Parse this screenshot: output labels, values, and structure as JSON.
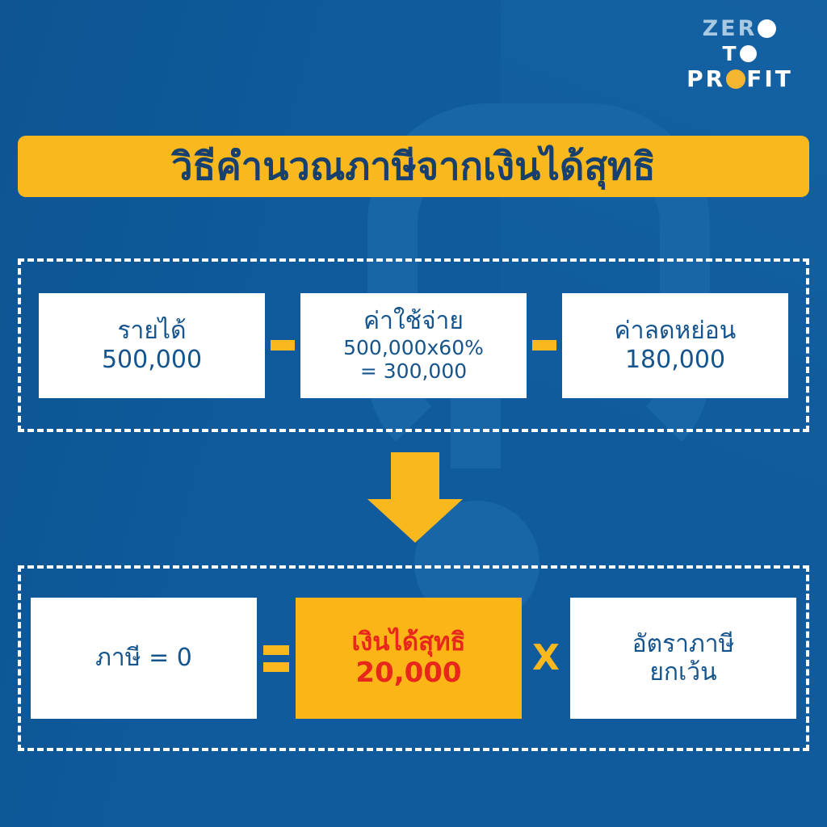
{
  "colors": {
    "background_blue": "#0F5B9E",
    "watermark_blue": "#1866A8",
    "accent_yellow": "#F9B81D",
    "highlight_orange": "#FBB516",
    "text_blue": "#15548D",
    "title_blue": "#17406E",
    "highlight_text_red": "#E8261B",
    "box_white": "#FFFFFF",
    "logo_muted": "#A9C8E2",
    "logo_amber": "#F5B731"
  },
  "logo": {
    "line1_before": "ZER",
    "line1_dot": "logo-dot-white-o",
    "line2_before": "T",
    "line2_dot": "logo-dot-white-o",
    "line3_before": "PR",
    "line3_dot": "logo-dot-amber-o",
    "line3_after": "FIT",
    "full_text": "ZERO TO PROFIT"
  },
  "title": {
    "text": "วิธีคำนวณภาษีจากเงินได้สุทธิ"
  },
  "watermark": {
    "icon": "question-mark-icon"
  },
  "flow": {
    "arrow_icon": "arrow-down-icon"
  },
  "top_group": {
    "cells": [
      {
        "label": "รายได้",
        "value": "500,000",
        "extra": ""
      },
      {
        "label": "ค่าใช้จ่าย",
        "value": "500,000x60%",
        "extra": "= 300,000"
      },
      {
        "label": "ค่าลดหย่อน",
        "value": "180,000",
        "extra": ""
      }
    ],
    "operators": [
      {
        "symbol": "−",
        "name": "minus"
      },
      {
        "symbol": "−",
        "name": "minus"
      }
    ]
  },
  "bottom_group": {
    "cells": [
      {
        "label": "ภาษี = 0",
        "value": "",
        "highlight": false
      },
      {
        "label": "เงินได้สุทธิ",
        "value": "20,000",
        "highlight": true
      },
      {
        "label": "อัตราภาษี",
        "value": "ยกเว้น",
        "highlight": false
      }
    ],
    "operators": [
      {
        "symbol": "=",
        "name": "equals"
      },
      {
        "symbol": "X",
        "name": "times"
      }
    ]
  }
}
